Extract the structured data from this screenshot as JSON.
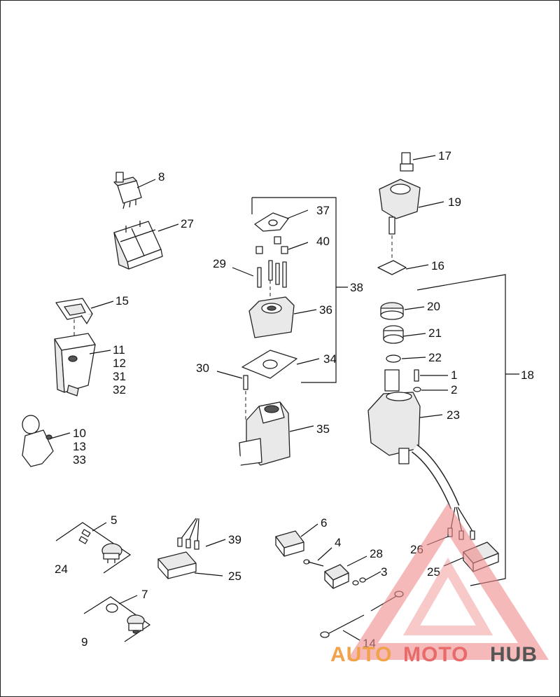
{
  "callouts": {
    "c1": "1",
    "c2": "2",
    "c3": "3",
    "c4": "4",
    "c5": "5",
    "c6": "6",
    "c7": "7",
    "c8": "8",
    "c9": "9",
    "c10": "10",
    "c11": "11",
    "c12": "12",
    "c13": "13",
    "c14": "14",
    "c15": "15",
    "c16": "16",
    "c17": "17",
    "c18": "18",
    "c19": "19",
    "c20": "20",
    "c21": "21",
    "c22": "22",
    "c23": "23",
    "c24": "24",
    "c25a": "25",
    "c25b": "25",
    "c26": "26",
    "c27": "27",
    "c28": "28",
    "c29": "29",
    "c30": "30",
    "c31": "31",
    "c32": "32",
    "c33": "33",
    "c34": "34",
    "c35": "35",
    "c36": "36",
    "c37": "37",
    "c38": "38",
    "c39": "39",
    "c40": "40"
  },
  "watermark": {
    "part1": "AUTO",
    "part2": "MOTO",
    "part3": "HUB",
    "color_primary": "#f2a24a",
    "color_secondary": "#e86a6a",
    "color_tertiary": "#555555"
  }
}
